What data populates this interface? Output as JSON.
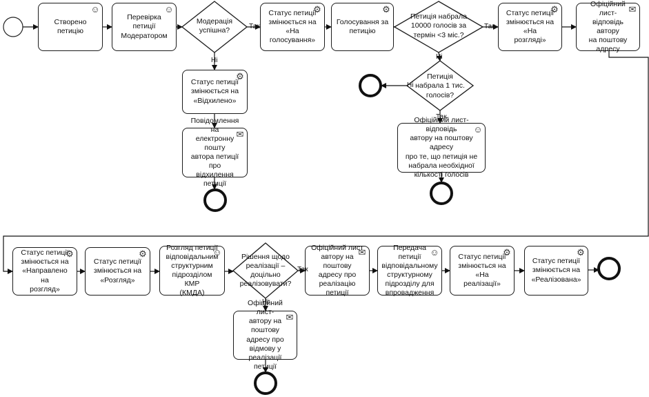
{
  "tasks": {
    "created": "Створено петицію",
    "moderator_check": "Перевірка петиції\nМодератором",
    "status_voting": "Статус петиції\nзмінюється на «На\nголосування»",
    "voting": "Голосування за\nпетицію",
    "status_review": "Статус петиції\nзмінюється на «На\nрозгляді»",
    "official_reply": "Офіційний лист-\nвідповідь автору\nна поштову адресу",
    "status_rejected": "Статус петиції\nзмінюється на\n«Відхилено»",
    "email_rejection": "Повідомлення на\nелектронну пошту\nавтора петиції про\nвідхилення петиції",
    "letter_not_enough": "Офіційний лист-відповідь\nавтору на поштову адресу\nпро те, що петиція не\nнабрала необхідної\nкількості голосів",
    "status_directed": "Статус петиції\nзмінюється на\n«Направлено на\nрозгляд»",
    "status_consideration": "Статус петиції\nзмінюється на\n«Розгляд»",
    "review_kmda": "Розгляд петиції\nвідповідальним\nструктурним\nпідрозділом КМР\n(КМДА)",
    "letter_implementation": "Офіційний лист\nавтору на поштову\nадресу про\nреалізацію петиції",
    "transfer": "Передача петиції\nвідповідальному\nструктурному\nпідрозділу для\nвпровадження",
    "status_implementation": "Статус петиції\nзмінюється на «На\nреалізації»",
    "status_implemented": "Статус петиції\nзмінюється на\n«Реалізована»",
    "letter_refusal": "Офіційний лист-\nавтору на поштову\nадресу про\nвідмову у\nреалізації петиції"
  },
  "gateways": {
    "moderation": "Модерація\nуспішна?",
    "votes_10000": "Петиція набрала\n10000 голосів за\nтермін <3 міс.?",
    "votes_1000": "Петиція\nнабрала 1 тис.\nголосів?",
    "decision": "Рішення щодо\nреалізації –\nдоцільно\nреалізовувати?"
  },
  "flow_labels": {
    "yes": "Так",
    "no": "Ні"
  },
  "icons": {
    "user": "user-icon",
    "service": "gear-icon",
    "send": "envelope-icon"
  }
}
